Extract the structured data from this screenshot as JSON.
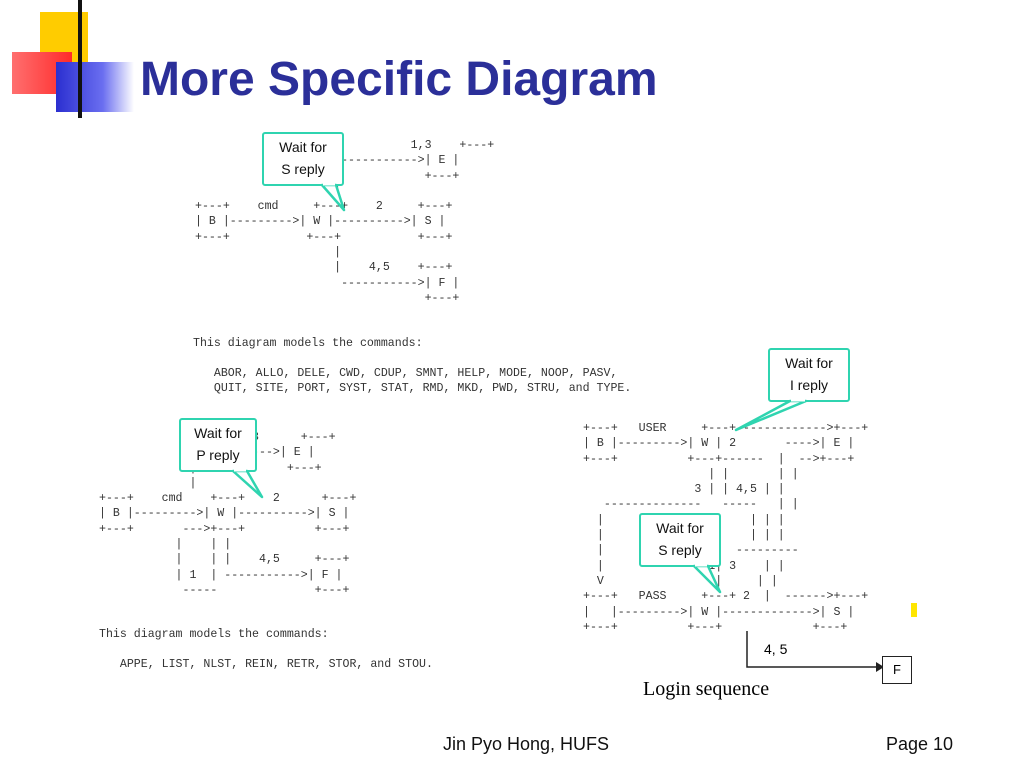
{
  "slide": {
    "title": "More Specific Diagram",
    "footer_left": "Jin Pyo Hong, HUFS",
    "footer_right": "Page 10"
  },
  "diagram_top": {
    "ascii": "                               1,3    +---+\n                     ----------->| E |\n                    |            +---+\n                    |\n+---+    cmd     +---+    2     +---+\n| B |--------->| W |---------->| S |\n+---+           +---+           +---+\n                    |\n                    |    4,5    +---+\n                     ----------->| F |\n                                 +---+",
    "callout": "Wait for\nS reply",
    "note_heading": "This diagram models the commands:",
    "note_commands": "   ABOR, ALLO, DELE, CWD, CDUP, SMNT, HELP, MODE, NOOP, PASV,\n   QUIT, SITE, PORT, SYST, STAT, RMD, MKD, PWD, STRU, and TYPE."
  },
  "diagram_left": {
    "ascii": "                      3      +---+\n              ----------->| E |\n             |             +---+\n             |\n+---+    cmd    +---+    2      +---+\n| B |--------->| W |---------->| S |\n+---+       --->+---+          +---+\n           |    | |\n           |    | |    4,5     +---+\n           | 1  | ----------->| F |\n            -----              +---+",
    "callout": "Wait for\nP reply",
    "note_heading": "This diagram models the commands:",
    "note_commands": "   APPE, LIST, NLST, REIN, RETR, STOR, and STOU."
  },
  "diagram_right": {
    "ascii": "+---+   USER     +---+------------->+---+\n| B |--------->| W | 2       ---->| E |\n+---+          +---+------  |  -->+---+\n                  | |       | |\n                3 | | 4,5 | |\n   --------------   -----   | |\n  |                     | | |\n  |                     | | |\n  |                   ---------\n  |               1| 3    | |\n  V                |     | |\n+---+   PASS     +---+ 2  |  ------>+---+\n|   |--------->| W |------------->| S |\n+---+          +---+             +---+",
    "callout_top": "Wait for\nI reply",
    "callout_mid": "Wait for\nS reply",
    "f_box": "F",
    "label_45": "4, 5",
    "caption": "Login sequence"
  },
  "colors": {
    "title": "#2b2f99",
    "callout_border": "#2fd4b0",
    "highlight": "#ffe600"
  }
}
